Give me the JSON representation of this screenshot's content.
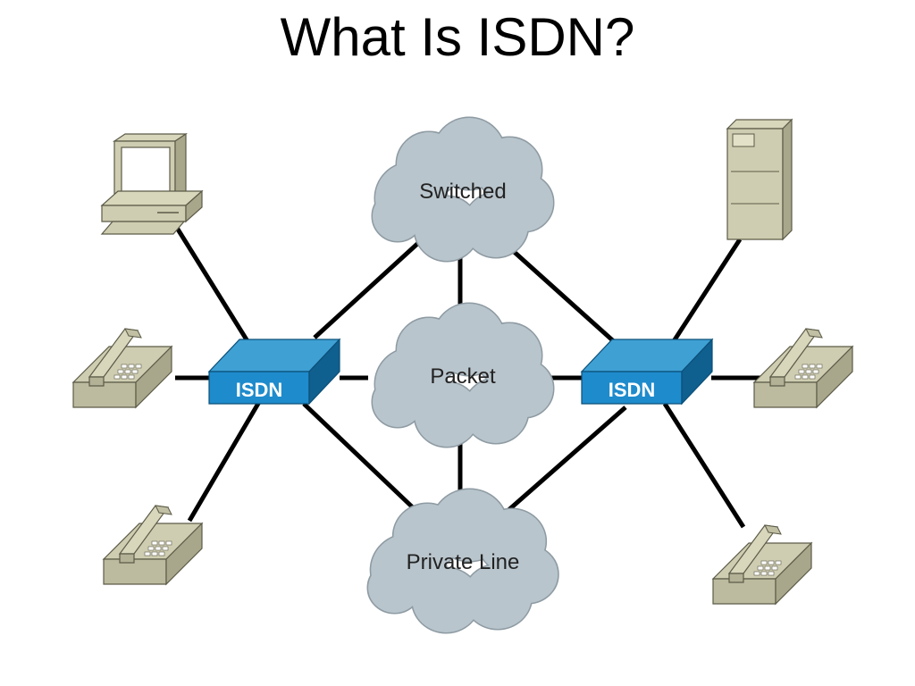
{
  "slide": {
    "title": "What Is ISDN?"
  },
  "clouds": {
    "switched": "Switched",
    "packet": "Packet",
    "private_line": "Private Line"
  },
  "devices": {
    "left_isdn_label": "ISDN",
    "right_isdn_label": "ISDN"
  },
  "colors": {
    "cloud_fill": "#b9c5cc",
    "cloud_stroke": "#8e9ba3",
    "isdn_top": "#3fa0d4",
    "isdn_front": "#1e8bcc",
    "isdn_side": "#0f5f8f",
    "device_beige": "#cfcdb1",
    "device_shadow": "#9c9a7f",
    "connector": "#000000"
  },
  "icons": [
    "desktop-computer-icon",
    "server-tower-icon",
    "telephone-icon",
    "cloud-icon",
    "isdn-switch-icon"
  ]
}
